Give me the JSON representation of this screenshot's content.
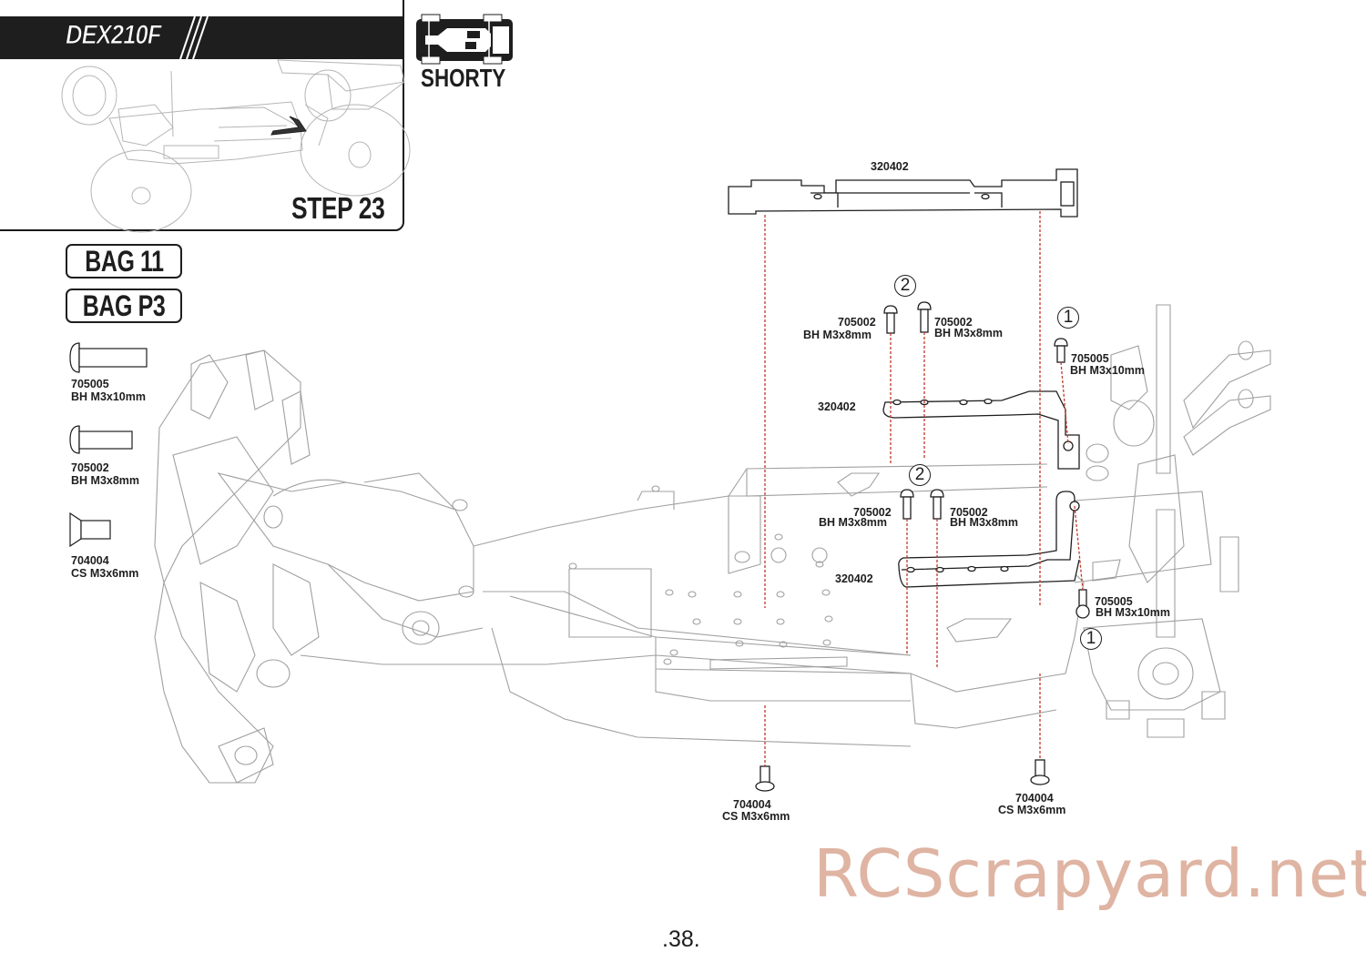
{
  "header": {
    "brand_logo_text": "DEX210F",
    "step_title": "STEP 23",
    "variant_label": "SHORTY"
  },
  "bags": [
    {
      "label": "BAG 11"
    },
    {
      "label": "BAG P3"
    }
  ],
  "parts_list": [
    {
      "code": "705005",
      "desc": "BH M3x10mm",
      "icon": "button-head-screw-long-icon"
    },
    {
      "code": "705002",
      "desc": "BH M3x8mm",
      "icon": "button-head-screw-icon"
    },
    {
      "code": "704004",
      "desc": "CS M3x6mm",
      "icon": "countersunk-screw-icon"
    }
  ],
  "diagram": {
    "top_part_label": "320402",
    "upper_brace_label": "320402",
    "lower_brace_label": "320402",
    "callouts": [
      {
        "number": "2",
        "screws": [
          {
            "code": "705002",
            "desc": "BH M3x8mm"
          },
          {
            "code": "705002",
            "desc": "BH M3x8mm"
          }
        ]
      },
      {
        "number": "1",
        "screws": [
          {
            "code": "705005",
            "desc": "BH M3x10mm"
          }
        ]
      },
      {
        "number": "2",
        "screws": [
          {
            "code": "705002",
            "desc": "BH M3x8mm"
          },
          {
            "code": "705002",
            "desc": "BH M3x8mm"
          }
        ]
      },
      {
        "number": "1",
        "screws": [
          {
            "code": "705005",
            "desc": "BH M3x10mm"
          }
        ]
      }
    ],
    "bottom_screws": [
      {
        "code": "704004",
        "desc": "CS M3x6mm"
      },
      {
        "code": "704004",
        "desc": "CS M3x6mm"
      }
    ],
    "guide_line_color": "#c0392b",
    "line_art_color": "#9a9a9a"
  },
  "watermark": "RCScrapyard.net",
  "page_number": ".38."
}
